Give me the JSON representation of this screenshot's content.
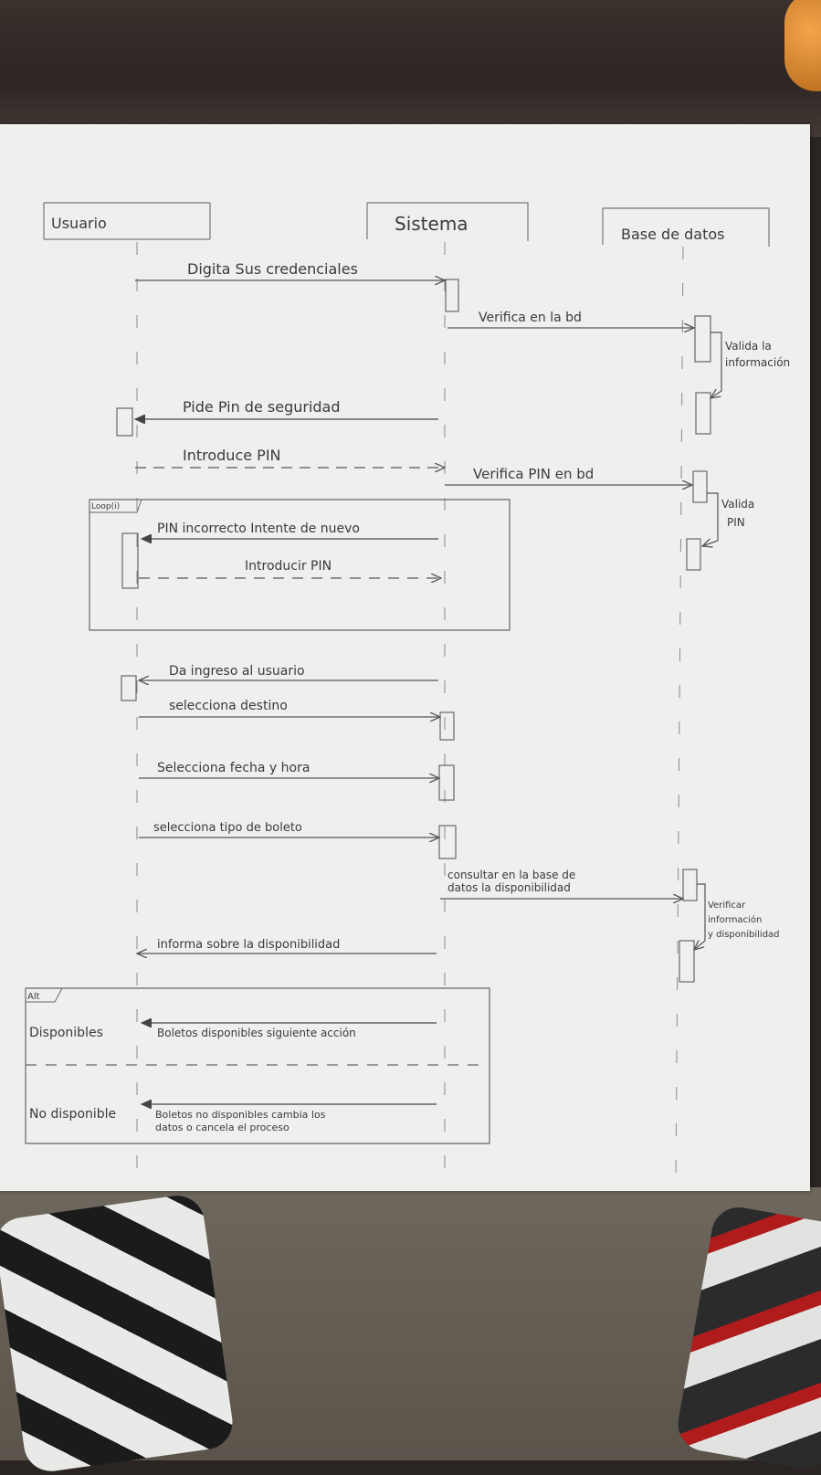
{
  "participants": {
    "user": "Usuario",
    "system": "Sistema",
    "db": "Base de datos"
  },
  "messages": {
    "m1": "Digita Sus credenciales",
    "m2": "Verifica en la bd",
    "m3": "Valida la información",
    "m4": "Pide Pin de seguridad",
    "m5": "Introduce PIN",
    "m6": "Verifica PIN en bd",
    "m7": "Valida PIN",
    "m8": "PIN incorrecto Intente de nuevo",
    "m9": "Introducir PIN",
    "m10": "Da ingreso al usuario",
    "m11": "selecciona destino",
    "m12": "Selecciona fecha y hora",
    "m13": "selecciona tipo de boleto",
    "m14": "consultar en la base de datos la disponibilidad",
    "m15": "Verificar información y disponibilidad",
    "m16": "informa sobre la disponibilidad",
    "m17": "Boletos disponibles siguiente acción",
    "m18": "Boletos no disponibles cambia los datos o cancela el proceso"
  },
  "fragments": {
    "loop": "Loop(i)",
    "alt": "Alt",
    "alt_cond1": "Disponibles",
    "alt_cond2": "No disponible"
  }
}
